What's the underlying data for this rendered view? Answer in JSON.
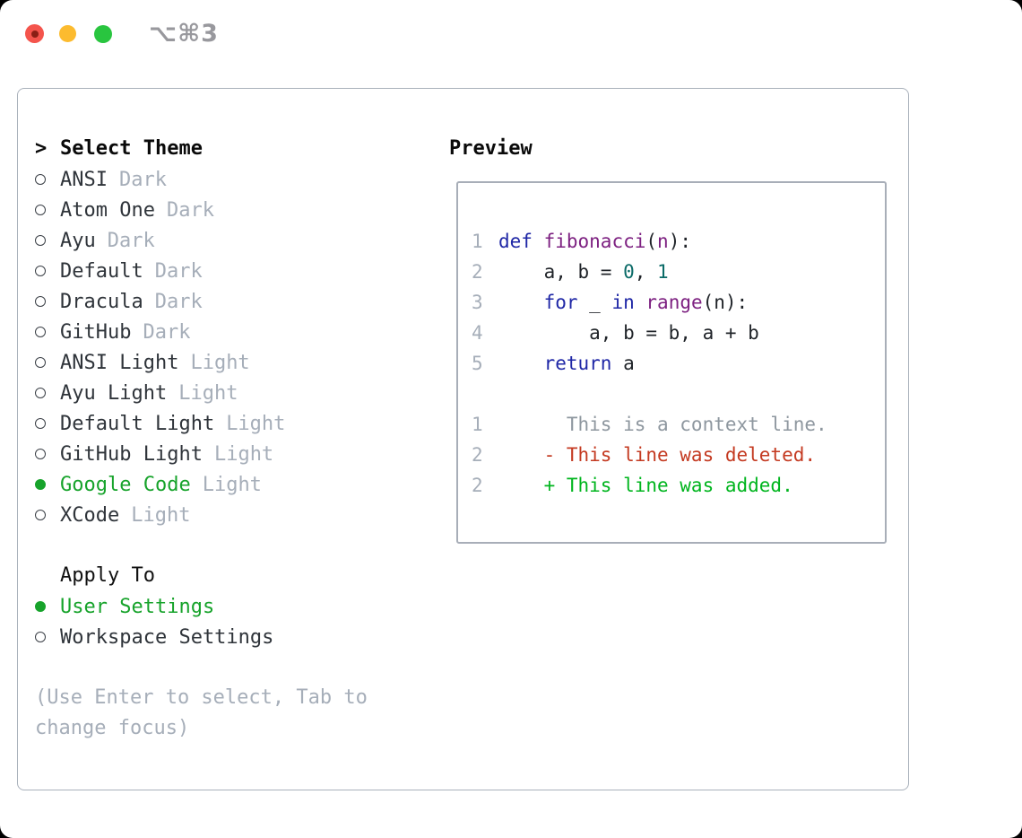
{
  "window": {
    "title": "⌥⌘3",
    "buttons": [
      "close",
      "minimize",
      "zoom"
    ]
  },
  "picker": {
    "header_prefix": ">",
    "header": "Select Theme",
    "themes": [
      {
        "name": "ANSI",
        "variant": "Dark",
        "selected": false
      },
      {
        "name": "Atom One",
        "variant": "Dark",
        "selected": false
      },
      {
        "name": "Ayu",
        "variant": "Dark",
        "selected": false
      },
      {
        "name": "Default",
        "variant": "Dark",
        "selected": false
      },
      {
        "name": "Dracula",
        "variant": "Dark",
        "selected": false
      },
      {
        "name": "GitHub",
        "variant": "Dark",
        "selected": false
      },
      {
        "name": "ANSI Light",
        "variant": "Light",
        "selected": false
      },
      {
        "name": "Ayu Light",
        "variant": "Light",
        "selected": false
      },
      {
        "name": "Default Light",
        "variant": "Light",
        "selected": false
      },
      {
        "name": "GitHub Light",
        "variant": "Light",
        "selected": false
      },
      {
        "name": "Google Code",
        "variant": "Light",
        "selected": true
      },
      {
        "name": "XCode",
        "variant": "Light",
        "selected": false
      }
    ],
    "apply_to": {
      "header": "Apply To",
      "options": [
        {
          "label": "User Settings",
          "selected": true
        },
        {
          "label": "Workspace Settings",
          "selected": false
        }
      ]
    },
    "hint": "(Use Enter to select, Tab to change focus)"
  },
  "preview": {
    "title": "Preview",
    "code_lines": [
      {
        "num": "1",
        "tokens": [
          {
            "text": "def",
            "type": "keyword"
          },
          {
            "text": " ",
            "type": "plain"
          },
          {
            "text": "fibonacci",
            "type": "function"
          },
          {
            "text": "(",
            "type": "plain"
          },
          {
            "text": "n",
            "type": "function"
          },
          {
            "text": "):",
            "type": "plain"
          }
        ]
      },
      {
        "num": "2",
        "tokens": [
          {
            "text": "    a, b = ",
            "type": "plain"
          },
          {
            "text": "0",
            "type": "literal"
          },
          {
            "text": ", ",
            "type": "plain"
          },
          {
            "text": "1",
            "type": "literal"
          }
        ]
      },
      {
        "num": "3",
        "tokens": [
          {
            "text": "    ",
            "type": "plain"
          },
          {
            "text": "for",
            "type": "keyword"
          },
          {
            "text": " _ ",
            "type": "plain"
          },
          {
            "text": "in",
            "type": "keyword"
          },
          {
            "text": " ",
            "type": "plain"
          },
          {
            "text": "range",
            "type": "function"
          },
          {
            "text": "(n):",
            "type": "plain"
          }
        ]
      },
      {
        "num": "4",
        "tokens": [
          {
            "text": "        a, b = b, a + b",
            "type": "plain"
          }
        ]
      },
      {
        "num": "5",
        "tokens": [
          {
            "text": "    ",
            "type": "plain"
          },
          {
            "text": "return",
            "type": "keyword"
          },
          {
            "text": " a",
            "type": "plain"
          }
        ]
      }
    ],
    "diff_lines": [
      {
        "num": "1",
        "marker": "",
        "text": "This is a context line.",
        "type": "context"
      },
      {
        "num": "2",
        "marker": "-",
        "text": "This line was deleted.",
        "type": "deleted"
      },
      {
        "num": "2",
        "marker": "+",
        "text": "This line was added.",
        "type": "added"
      }
    ]
  },
  "colors": {
    "selection_green": "#17a32b",
    "added_green": "#00b51e",
    "deleted_red": "#c43a21",
    "keyword_blue": "#1f27a6",
    "function_purple": "#7d2181",
    "literal_teal": "#0b6b68",
    "muted_gray": "#a6aeb9",
    "context_gray": "#8e979f",
    "border_gray": "#a8aeb8"
  }
}
